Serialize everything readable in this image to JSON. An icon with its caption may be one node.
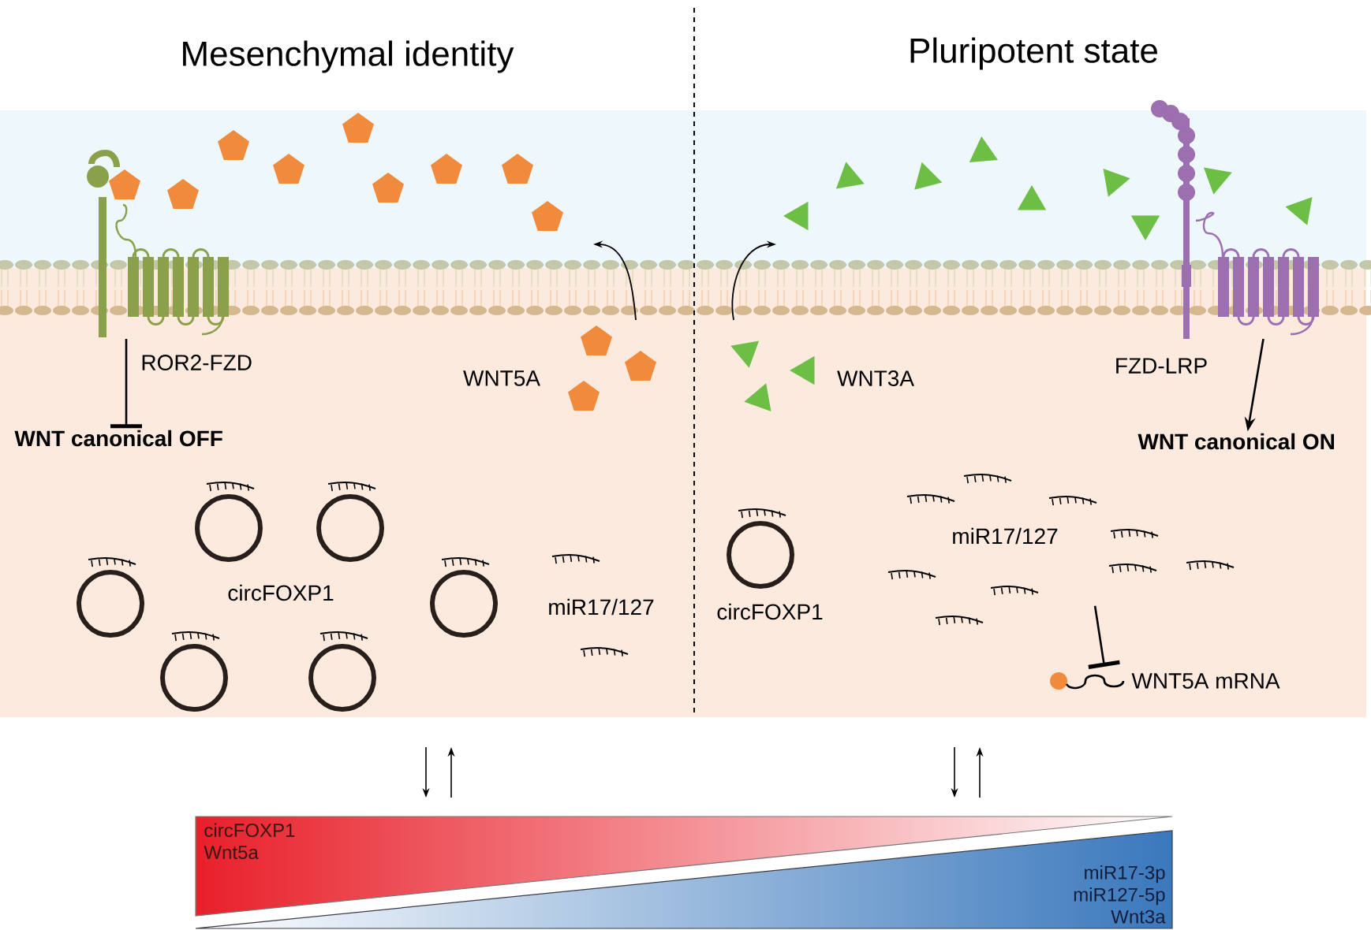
{
  "diagram": {
    "nodes": [
      {
        "text": [
          "ROR2-FZD"
        ]
      },
      {
        "text": [
          "WNT canonical OFF"
        ]
      },
      {
        "text": [
          "FZD-LRP"
        ]
      },
      {
        "text": [
          "WNT canonical ON"
        ]
      },
      {
        "text": [
          "miR17/127"
        ]
      },
      {
        "text": [
          "WNT5A mRNA"
        ]
      },
      {
        "text": [
          "circFOXP1",
          "Wnt5a"
        ]
      },
      {
        "text": [
          "miR17-3p",
          "miR127-5p",
          "Wnt3a"
        ]
      }
    ],
    "edges": [
      {
        "from": 0,
        "to": 1,
        "arrow": "other"
      },
      {
        "from": 2,
        "to": 3,
        "arrow": "to"
      },
      {
        "from": 4,
        "to": 5,
        "arrow": "other"
      }
    ],
    "labels": [
      "Mesenchymal identity",
      "Pluripotent state",
      "WNT5A",
      "WNT3A",
      "circFOXP1",
      "miR17/127",
      "circFOXP1"
    ]
  }
}
